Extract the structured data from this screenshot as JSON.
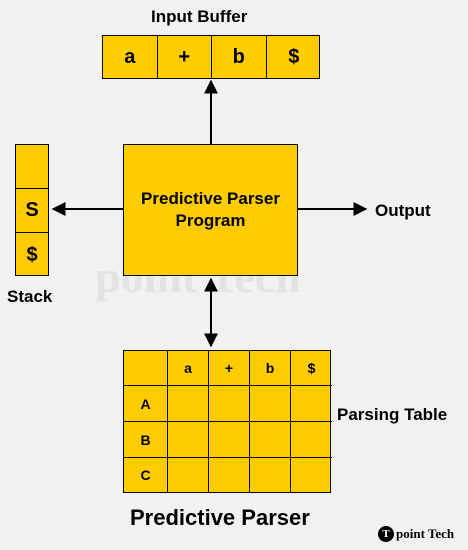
{
  "input_buffer": {
    "label": "Input Buffer",
    "cells": [
      "a",
      "+",
      "b",
      "$"
    ]
  },
  "stack": {
    "label": "Stack",
    "cells": [
      "",
      "S",
      "$"
    ]
  },
  "program": {
    "line1": "Predictive Parser",
    "line2": "Program"
  },
  "output_label": "Output",
  "parsing_table": {
    "label": "Parsing Table",
    "columns": [
      "a",
      "+",
      "b",
      "$"
    ],
    "rows": [
      "A",
      "B",
      "C"
    ]
  },
  "title": "Predictive Parser",
  "watermark": {
    "text": "point Tech",
    "letter": "T"
  },
  "colors": {
    "box_fill": "#ffcc00",
    "background": "#f1f1f1",
    "stroke": "#000000"
  }
}
